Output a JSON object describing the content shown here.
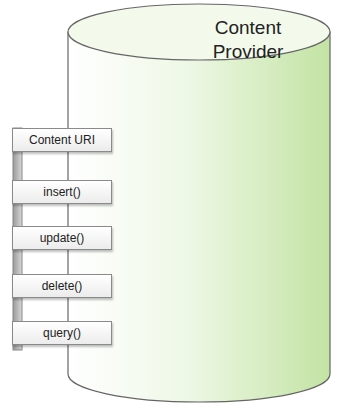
{
  "diagram": {
    "nodes": [
      {
        "text": [
          "Content Provider"
        ]
      },
      {
        "text": [
          "Content URI"
        ]
      },
      {
        "text": [
          "insert()"
        ]
      },
      {
        "text": [
          "update()"
        ]
      },
      {
        "text": [
          "delete()"
        ]
      },
      {
        "text": [
          "query()"
        ]
      }
    ]
  }
}
